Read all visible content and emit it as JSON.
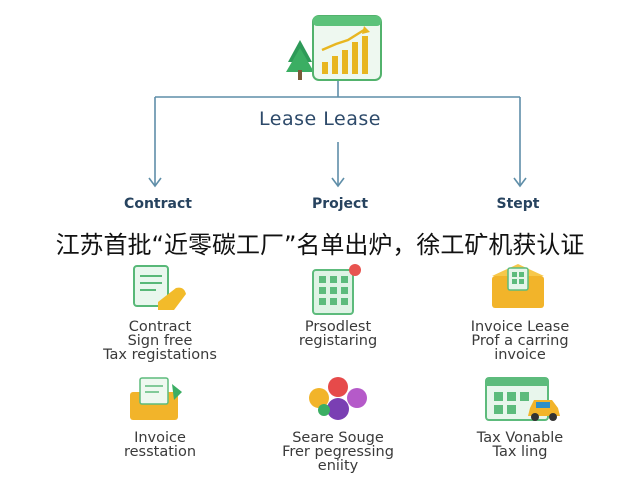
{
  "diagram": {
    "title": "Lease Lease",
    "branches": [
      {
        "label": "Contract"
      },
      {
        "label": "Project"
      },
      {
        "label": "Stept"
      }
    ]
  },
  "headline": "江苏首批“近零碳工厂”名单出炉，徐工矿机获认证",
  "items": [
    {
      "lines": [
        "Contract",
        "Sign free",
        "Tax registations"
      ],
      "icon": "document-hand-icon"
    },
    {
      "lines": [
        "Prsodlest",
        "registaring"
      ],
      "icon": "building-icon"
    },
    {
      "lines": [
        "Invoice Lease",
        "Prof a carring",
        "invoice"
      ],
      "icon": "envelope-calculator-icon"
    },
    {
      "lines": [
        "Invoice",
        "resstation"
      ],
      "icon": "invoice-envelope-icon"
    },
    {
      "lines": [
        "Seare Souge",
        "Frer pegressing",
        "eniity"
      ],
      "icon": "colorful-circles-icon"
    },
    {
      "lines": [
        "Tax Vonable",
        "Tax ling"
      ],
      "icon": "car-board-icon"
    }
  ]
}
